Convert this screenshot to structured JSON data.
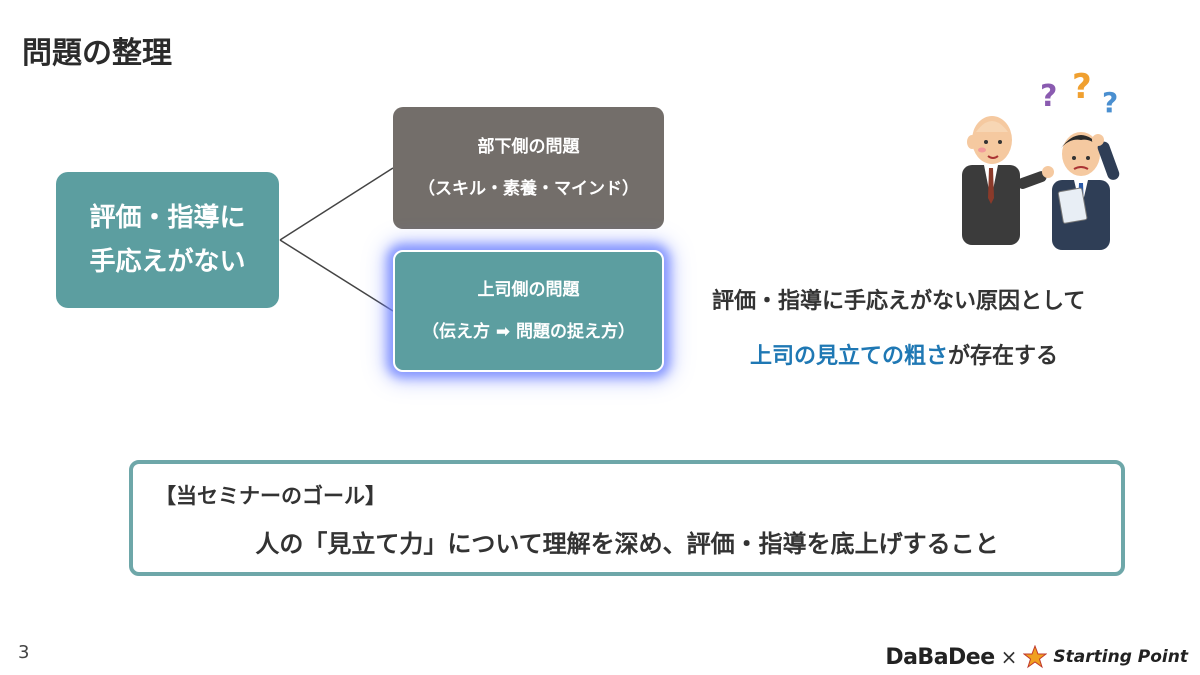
{
  "slide": {
    "title": "問題の整理",
    "page_number": "3"
  },
  "root": {
    "line1": "評価・指導に",
    "line2": "手応えがない"
  },
  "branches": {
    "subordinate": {
      "title": "部下側の問題",
      "detail": "（スキル・素養・マインド）",
      "color": "#736e6a"
    },
    "boss": {
      "title": "上司側の問題",
      "detail": "（伝え方 ➡ 問題の捉え方）",
      "color": "#5c9ea0",
      "highlighted": true
    }
  },
  "cause": {
    "line1": "評価・指導に手応えがない原因として",
    "accent": "上司の見立ての粗さ",
    "rest": "が存在する",
    "accent_color": "#1f78b4"
  },
  "illustration": {
    "icons": [
      "bald-boss-pointing-icon",
      "confused-employee-icon",
      "question-marks-icon"
    ]
  },
  "goal": {
    "heading": "【当セミナーのゴール】",
    "text": "人の「見立て力」について理解を深め、評価・指導を底上げすること"
  },
  "footer": {
    "brand1": "DaBaDee",
    "times": "×",
    "brand2": "Starting Point"
  }
}
